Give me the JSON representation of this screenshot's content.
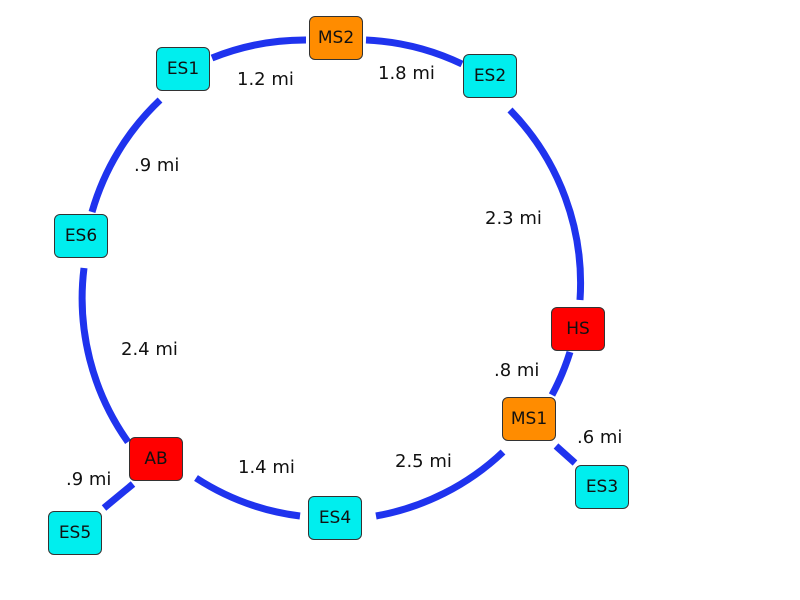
{
  "colors": {
    "road": "#1f33ee",
    "elementary": "#00eeee",
    "middle": "#ff8c00",
    "high": "#ff0000"
  },
  "nodes": {
    "ms2": {
      "label": "MS2",
      "type": "middle"
    },
    "es1": {
      "label": "ES1",
      "type": "elementary"
    },
    "es2": {
      "label": "ES2",
      "type": "elementary"
    },
    "es6": {
      "label": "ES6",
      "type": "elementary"
    },
    "hs": {
      "label": "HS",
      "type": "high"
    },
    "ms1": {
      "label": "MS1",
      "type": "middle"
    },
    "es3": {
      "label": "ES3",
      "type": "elementary"
    },
    "ab": {
      "label": "AB",
      "type": "high"
    },
    "es4": {
      "label": "ES4",
      "type": "elementary"
    },
    "es5": {
      "label": "ES5",
      "type": "elementary"
    }
  },
  "distances": {
    "es1_ms2": "1.2 mi",
    "ms2_es2": "1.8 mi",
    "es6_es1": ".9 mi",
    "es2_hs": "2.3 mi",
    "ab_es6": "2.4 mi",
    "hs_ms1": ".8 mi",
    "ms1_es3": ".6 mi",
    "es4_ms1": "2.5 mi",
    "ab_es4": "1.4 mi",
    "ab_es5": ".9 mi"
  }
}
